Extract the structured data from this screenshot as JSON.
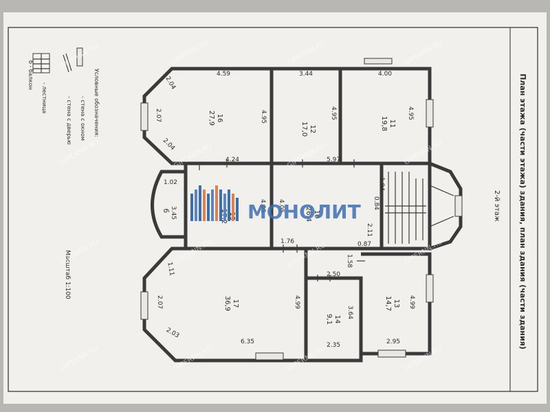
{
  "plan": {
    "title": "План этажа (части этажа) здания, план здания (части здания)",
    "floor": "2-й этаж",
    "scale": "Масштаб 1:100",
    "legend": {
      "heading": "Условные обозначения:",
      "window_wall": "- стена с окном",
      "door_wall": "- стена с дверью",
      "stair": "- лестница",
      "balcony": "б - балкон"
    }
  },
  "rooms": [
    {
      "id": "16",
      "area": "27,9"
    },
    {
      "id": "12",
      "area": "17,0"
    },
    {
      "id": "11",
      "area": "19,8"
    },
    {
      "id": "15",
      "area": "17,2"
    },
    {
      "id": "10",
      "area": "26,4"
    },
    {
      "id": "17",
      "area": "36,9"
    },
    {
      "id": "14",
      "area": "9,1"
    },
    {
      "id": "13",
      "area": "14,7"
    },
    {
      "id": "б",
      "area": ""
    }
  ],
  "dimensions": [
    "4.59",
    "4.95",
    "2.04",
    "2.07",
    "2.04",
    "3.44",
    "4.95",
    "4.00",
    "4.95",
    "1.02",
    "3.45",
    "4.24",
    "4.05",
    "4.05",
    "5.97",
    "1.94",
    "0.84",
    "2.11",
    "0.87",
    "1.76",
    "2.07",
    "2.03",
    "1.11",
    "6.35",
    "4.99",
    "2.50",
    "1.58",
    "3.64",
    "2.35",
    "4.99",
    "2.95"
  ],
  "logo": {
    "text": "МОНОЛИТ"
  },
  "watermark": "GIPERNN.RU",
  "colors": {
    "paper": "#f1f0ec",
    "ink": "#2b2b2b",
    "logo_blue": "#3d6fb0",
    "logo_orange": "#e1824a"
  }
}
